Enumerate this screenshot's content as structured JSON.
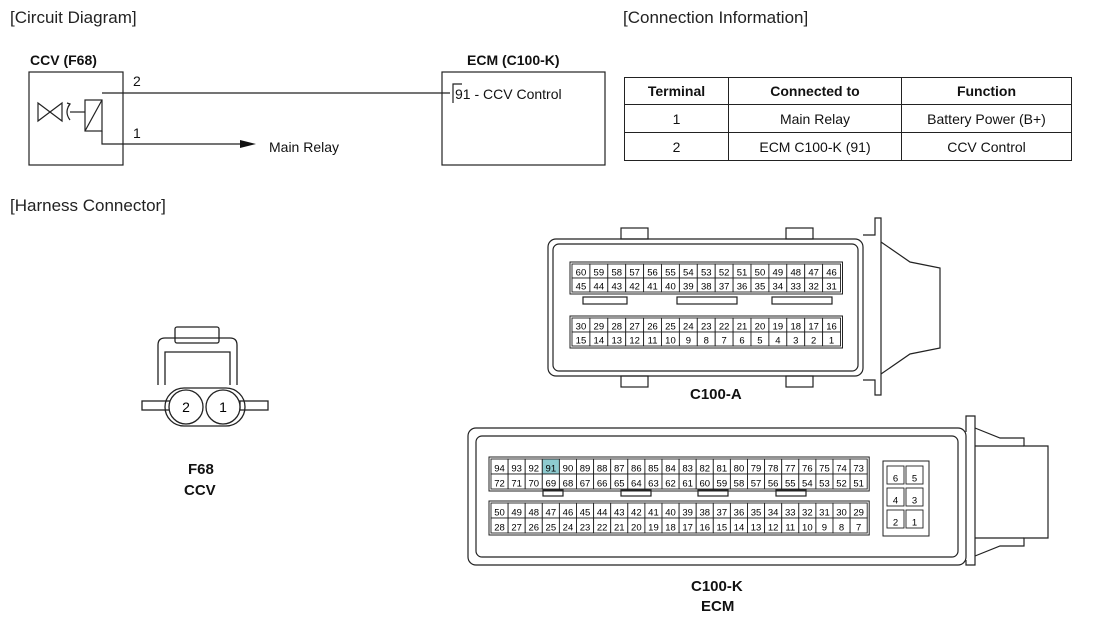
{
  "sections": {
    "circuit": "[Circuit Diagram]",
    "connection": "[Connection Information]",
    "harness": "[Harness Connector]"
  },
  "circuit": {
    "ccv_title": "CCV (F68)",
    "ecm_title": "ECM (C100-K)",
    "ecm_pin_number": "91",
    "ecm_pin_label": " - CCV Control",
    "wire_2_label": "2",
    "wire_1_label": "1",
    "main_relay": "Main Relay"
  },
  "connection_table": {
    "headers": [
      "Terminal",
      "Connected to",
      "Function"
    ],
    "rows": [
      [
        "1",
        "Main Relay",
        "Battery Power (B+)"
      ],
      [
        "2",
        "ECM C100-K (91)",
        "CCV Control"
      ]
    ]
  },
  "connectors": {
    "f68": {
      "name": "F68",
      "sub": "CCV",
      "pins": [
        "2",
        "1"
      ]
    },
    "c100a": {
      "name": "C100-A",
      "rows": [
        [
          "60",
          "59",
          "58",
          "57",
          "56",
          "55",
          "54",
          "53",
          "52",
          "51",
          "50",
          "49",
          "48",
          "47",
          "46"
        ],
        [
          "45",
          "44",
          "43",
          "42",
          "41",
          "40",
          "39",
          "38",
          "37",
          "36",
          "35",
          "34",
          "33",
          "32",
          "31"
        ],
        [
          "30",
          "29",
          "28",
          "27",
          "26",
          "25",
          "24",
          "23",
          "22",
          "21",
          "20",
          "19",
          "18",
          "17",
          "16"
        ],
        [
          "15",
          "14",
          "13",
          "12",
          "11",
          "10",
          "9",
          "8",
          "7",
          "6",
          "5",
          "4",
          "3",
          "2",
          "1"
        ]
      ]
    },
    "c100k": {
      "name": "C100-K",
      "sub": "ECM",
      "highlight_pin": "91",
      "highlight_color": "#8ecbd0",
      "rows": [
        [
          "94",
          "93",
          "92",
          "91",
          "90",
          "89",
          "88",
          "87",
          "86",
          "85",
          "84",
          "83",
          "82",
          "81",
          "80",
          "79",
          "78",
          "77",
          "76",
          "75",
          "74",
          "73"
        ],
        [
          "72",
          "71",
          "70",
          "69",
          "68",
          "67",
          "66",
          "65",
          "64",
          "63",
          "62",
          "61",
          "60",
          "59",
          "58",
          "57",
          "56",
          "55",
          "54",
          "53",
          "52",
          "51"
        ],
        [
          "50",
          "49",
          "48",
          "47",
          "46",
          "45",
          "44",
          "43",
          "42",
          "41",
          "40",
          "39",
          "38",
          "37",
          "36",
          "35",
          "34",
          "33",
          "32",
          "31",
          "30",
          "29"
        ],
        [
          "28",
          "27",
          "26",
          "25",
          "24",
          "23",
          "22",
          "21",
          "20",
          "19",
          "18",
          "17",
          "16",
          "15",
          "14",
          "13",
          "12",
          "11",
          "10",
          "9",
          "8",
          "7"
        ]
      ],
      "aux": [
        [
          "6",
          "5"
        ],
        [
          "4",
          "3"
        ],
        [
          "2",
          "1"
        ]
      ]
    }
  }
}
